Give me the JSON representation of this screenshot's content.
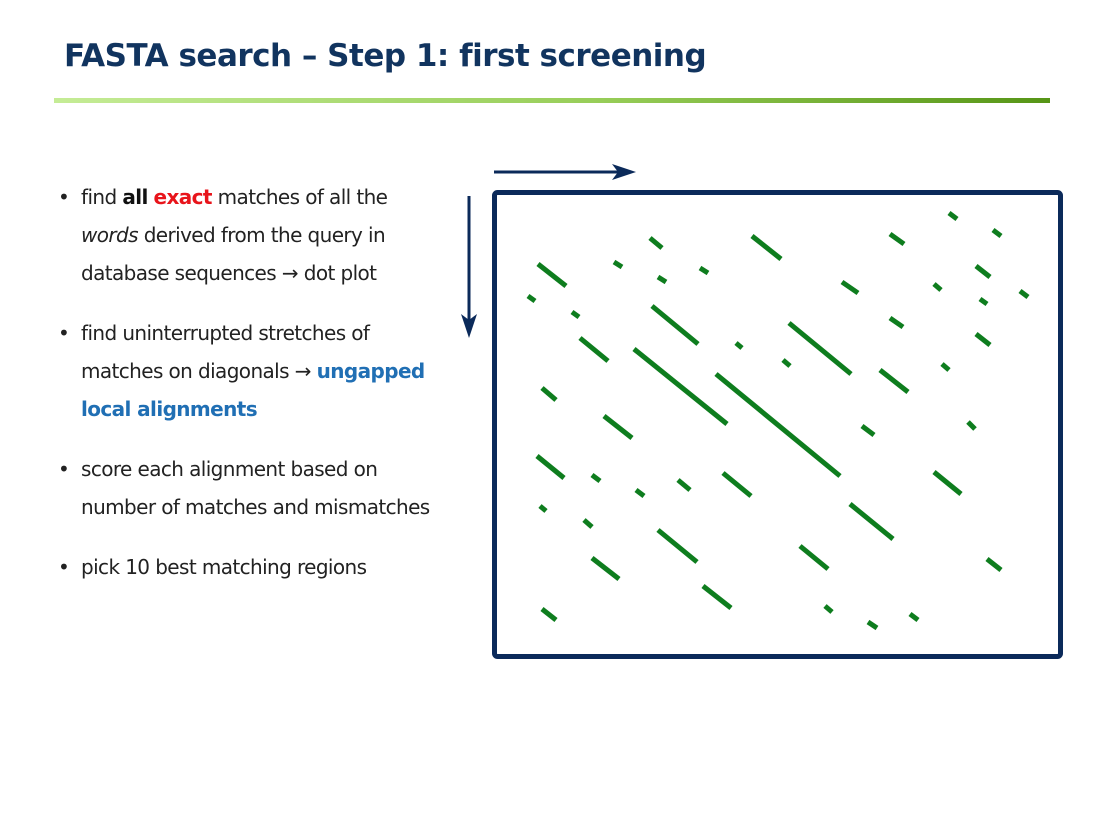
{
  "slide": {
    "title": "FASTA search – Step 1: first screening"
  },
  "bullets": [
    {
      "parts": [
        {
          "text": "find ",
          "style": "normal"
        },
        {
          "text": "all",
          "style": "bold"
        },
        {
          "text": " ",
          "style": "normal"
        },
        {
          "text": "exact",
          "style": "red-bold"
        },
        {
          "text": " matches of all the ",
          "style": "normal"
        },
        {
          "text": "words",
          "style": "italic"
        },
        {
          "text": " derived from the query in database sequences → dot plot",
          "style": "normal"
        }
      ]
    },
    {
      "parts": [
        {
          "text": "find uninterrupted stretches of matches on diagonals → ",
          "style": "normal"
        },
        {
          "text": "ungapped local alignments",
          "style": "blue-bold"
        }
      ]
    },
    {
      "parts": [
        {
          "text": "score each alignment based on number of matches and mismatches",
          "style": "normal"
        }
      ]
    },
    {
      "parts": [
        {
          "text": "pick 10 best matching regions",
          "style": "normal"
        }
      ]
    }
  ],
  "colors": {
    "title": "#11345f",
    "arrow": "#0b2a5a",
    "frame": "#0b2a5a",
    "diagonal": "#0e7d1e",
    "highlight_red": "#e8141b",
    "highlight_blue": "#206fb4"
  },
  "icons": {
    "bullet_marker": "bullet-dot",
    "query_axis": "arrow-right-icon",
    "database_axis": "arrow-down-icon"
  }
}
